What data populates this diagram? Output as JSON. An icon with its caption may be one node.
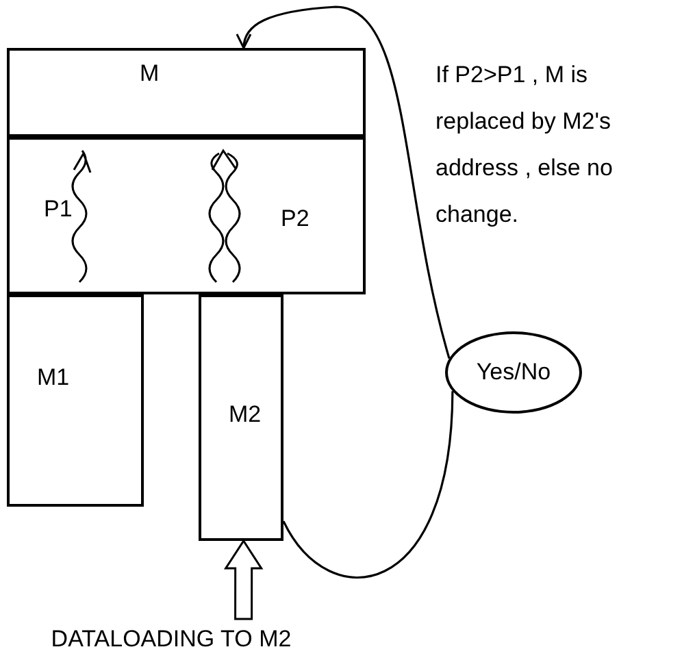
{
  "diagram": {
    "nodes": [
      {
        "text": [
          "M"
        ]
      },
      {
        "text": [
          "P1",
          "P2"
        ]
      },
      {
        "text": [
          "M1"
        ]
      },
      {
        "text": [
          "M2"
        ]
      },
      {
        "text": [
          "Yes/No"
        ]
      },
      {
        "text": [
          "DATALOADING TO M2"
        ]
      }
    ],
    "edges": [
      {
        "from": 5,
        "to": 3,
        "arrow": "to",
        "style": "thick"
      },
      {
        "from": 3,
        "to": 4,
        "arrow": "none"
      },
      {
        "from": 4,
        "to": 0,
        "arrow": "to"
      }
    ],
    "labels": [
      "If P2>P1 , M is replaced by M2's address , else no change."
    ]
  }
}
